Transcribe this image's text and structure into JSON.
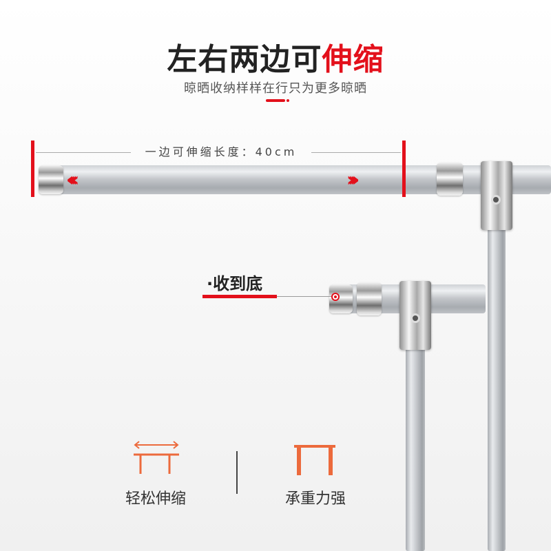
{
  "header": {
    "title_main": "左右两边可",
    "title_accent": "伸缩",
    "subtitle": "晾晒收纳样样在行只为更多晾晒"
  },
  "measurement": {
    "label": "一边可伸缩长度：40cm"
  },
  "collapsed": {
    "label": "·收到底"
  },
  "features": [
    {
      "label": "轻松伸缩",
      "icon": "telescopic-icon"
    },
    {
      "label": "承重力强",
      "icon": "load-bearing-icon"
    }
  ],
  "colors": {
    "accent": "#e3101b",
    "icon_orange": "#ec6a3c"
  }
}
